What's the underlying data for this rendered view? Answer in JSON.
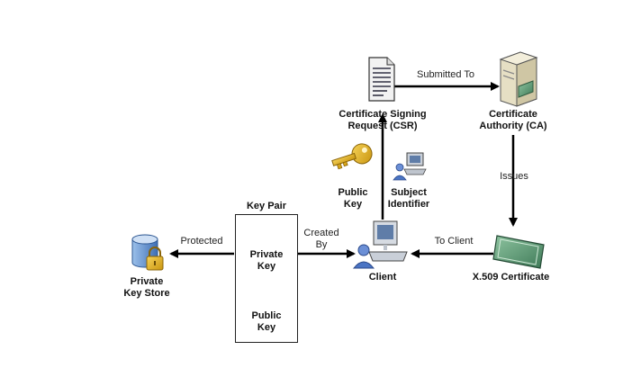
{
  "nodes": {
    "csr": "Certificate Signing\nRequest (CSR)",
    "ca": "Certificate\nAuthority (CA)",
    "public_key": "Public\nKey",
    "subject_identifier": "Subject\nIdentifier",
    "key_pair_title": "Key Pair",
    "key_pair_private": "Private\nKey",
    "key_pair_public": "Public\nKey",
    "private_key_store": "Private\nKey Store",
    "client": "Client",
    "certificate": "X.509 Certificate"
  },
  "edges": {
    "submitted_to": "Submitted To",
    "issues": "Issues",
    "to_client": "To Client",
    "created_by": "Created\nBy",
    "protected": "Protected"
  },
  "colors": {
    "arrow": "#000000",
    "key_gold": "#e3b21e",
    "cert_green": "#4f8f6a",
    "server_tan": "#e6dfc4",
    "person_blue": "#4a74c4",
    "db_blue": "#5b8fd0"
  }
}
